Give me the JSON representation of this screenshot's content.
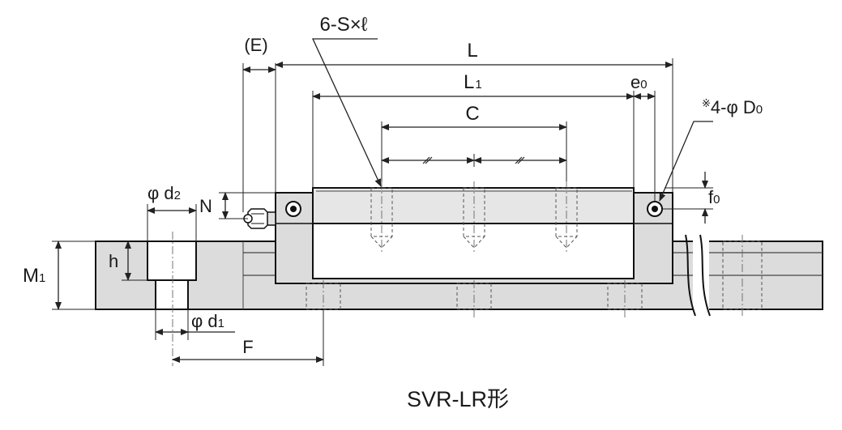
{
  "caption": "SVR-LR形",
  "labels": {
    "e_paren": "(E)",
    "hole_spec": "6-S×ℓ",
    "L": "L",
    "L1_main": "L",
    "L1_sub": "1",
    "e0_main": "e",
    "e0_sub": "0",
    "C": "C",
    "D0_mark": "※",
    "D0_main": "4-φ D",
    "D0_sub": "0",
    "d2_main": "φ d",
    "d2_sub": "2",
    "N": "N",
    "f0_main": "f",
    "f0_sub": "0",
    "M1_main": "M",
    "M1_sub": "1",
    "h": "h",
    "d1_main": "φ d",
    "d1_sub": "1",
    "F": "F"
  },
  "colors": {
    "stroke": "#111111",
    "part_fill": "#dcdcdc",
    "background": "#ffffff"
  },
  "icons": {
    "grease_nipple": "grease-nipple-icon",
    "mount_hole": "hex-socket-bolt-icon",
    "break_line": "break-line-icon"
  }
}
